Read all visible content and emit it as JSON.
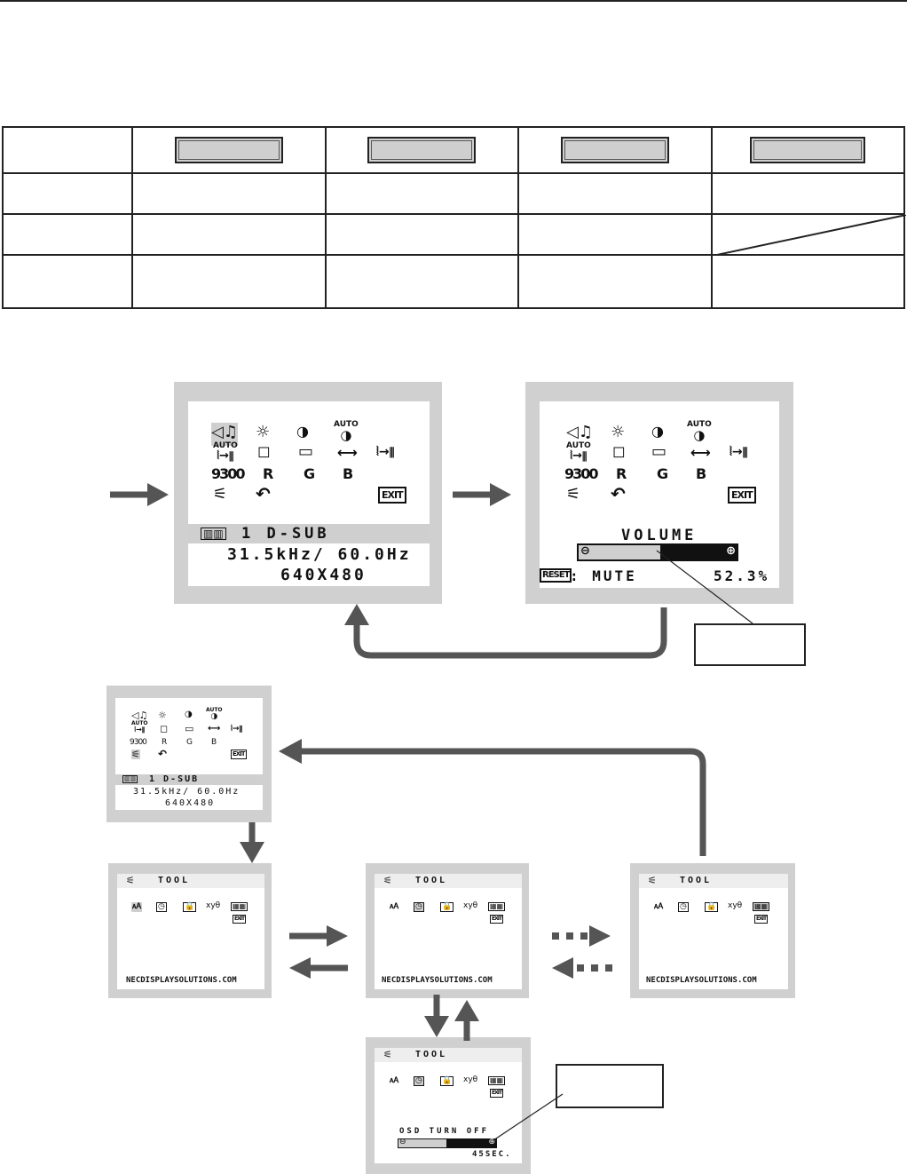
{
  "main_menu": {
    "icons": {
      "volume": "volume-icon",
      "brightness": "brightness-icon",
      "contrast": "contrast-icon",
      "auto_adjust": "auto-contrast-icon",
      "auto_position": "auto-position-icon",
      "left_right": "left-right-icon",
      "down_up": "down-up-icon",
      "h_size": "h-size-icon",
      "fine": "fine-icon",
      "tool": "tool-icon",
      "factory_preset": "return-icon",
      "exit": "exit-icon",
      "input": "d-sub-connector-icon"
    },
    "auto_label": "AUTO",
    "color_preset": "9300",
    "r_label": "R",
    "g_label": "G",
    "b_label": "B",
    "exit_label": "EXIT",
    "input_label": "1 D-SUB",
    "frequency": "31.5kHz/ 60.0Hz",
    "resolution": "640X480"
  },
  "volume_screen": {
    "title": "VOLUME",
    "reset_label": "RESET",
    "mute_label": ": MUTE",
    "value_text": "52.3%",
    "level": 0.52
  },
  "tool_menu": {
    "title": "TOOL",
    "xy_label": "xyθ",
    "url": "NECDISPLAYSOLUTIONS.COM"
  },
  "osd_off": {
    "label": "OSD TURN OFF",
    "time": "45SEC.",
    "level": 0.5
  },
  "colors": {
    "frame": "#d0d0d0",
    "highlight": "#cfcfcf",
    "ink": "#111111"
  }
}
